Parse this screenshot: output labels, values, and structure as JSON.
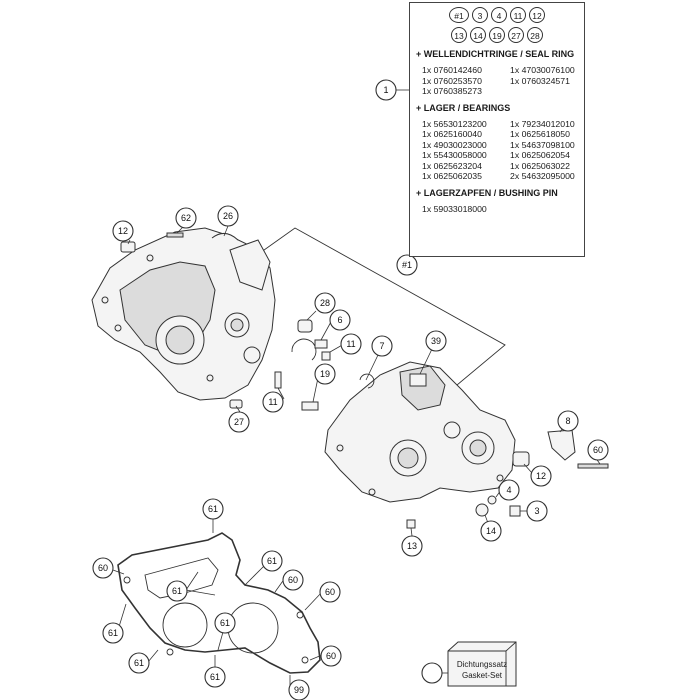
{
  "diagram": {
    "callouts": [
      {
        "id": "c1",
        "label": "1"
      },
      {
        "id": "c12a",
        "label": "12"
      },
      {
        "id": "c62",
        "label": "62"
      },
      {
        "id": "c26",
        "label": "26"
      },
      {
        "id": "c28",
        "label": "28"
      },
      {
        "id": "c6",
        "label": "6"
      },
      {
        "id": "c11a",
        "label": "11"
      },
      {
        "id": "c19",
        "label": "19"
      },
      {
        "id": "c11b",
        "label": "11"
      },
      {
        "id": "c27",
        "label": "27"
      },
      {
        "id": "c7",
        "label": "7"
      },
      {
        "id": "c39",
        "label": "39"
      },
      {
        "id": "c1kit",
        "label": "#1"
      },
      {
        "id": "c8",
        "label": "8"
      },
      {
        "id": "c60a",
        "label": "60"
      },
      {
        "id": "c12b",
        "label": "12"
      },
      {
        "id": "c4",
        "label": "4"
      },
      {
        "id": "c3",
        "label": "3"
      },
      {
        "id": "c14",
        "label": "14"
      },
      {
        "id": "c13",
        "label": "13"
      },
      {
        "id": "c61a",
        "label": "61"
      },
      {
        "id": "c60b",
        "label": "60"
      },
      {
        "id": "c61b",
        "label": "61"
      },
      {
        "id": "c61c",
        "label": "61"
      },
      {
        "id": "c60c",
        "label": "60"
      },
      {
        "id": "c60d",
        "label": "60"
      },
      {
        "id": "c61d",
        "label": "61"
      },
      {
        "id": "c61e",
        "label": "61"
      },
      {
        "id": "c60e",
        "label": "60"
      },
      {
        "id": "c61f",
        "label": "61"
      },
      {
        "id": "c61g",
        "label": "61"
      },
      {
        "id": "c99",
        "label": "99"
      }
    ]
  },
  "info_box": {
    "refs_row1": [
      "#1",
      "3",
      "4",
      "11",
      "12"
    ],
    "refs_row2": [
      "13",
      "14",
      "19",
      "27",
      "28"
    ],
    "seal_title": "+ WELLENDICHTRINGE / SEAL RING",
    "seal_parts": [
      "1x 0760142460",
      "1x 47030076100",
      "1x 0760253570",
      "1x 0760324571",
      "1x 0760385273",
      ""
    ],
    "bearing_title": "+ LAGER / BEARINGS",
    "bearing_parts": [
      "1x 56530123200",
      "1x 79234012010",
      "1x 0625160040",
      "1x 0625618050",
      "1x 49030023000",
      "1x 54637098100",
      "1x 55430058000",
      "1x 0625062054",
      "1x 0625623204",
      "1x 0625063022",
      "1x 0625062035",
      "2x 54632095000"
    ],
    "bushing_title": "+ LAGERZAPFEN / BUSHING PIN",
    "bushing_parts": [
      "1x 59033018000"
    ]
  },
  "gasket_kit": {
    "line1": "Dichtungssatz",
    "line2": "Gasket-Set"
  }
}
